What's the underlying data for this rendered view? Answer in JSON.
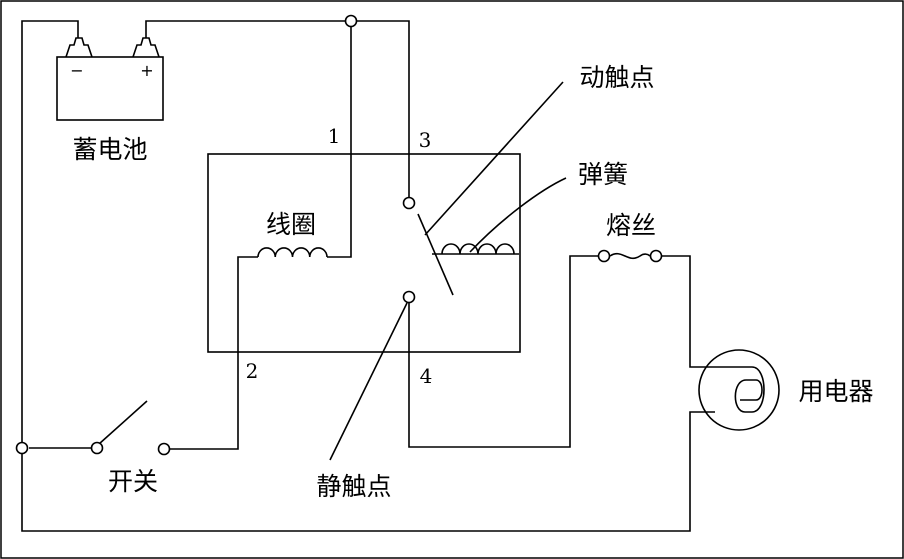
{
  "labels": {
    "battery": "蓄电池",
    "coil": "线圈",
    "moving_contact": "动触点",
    "spring": "弹簧",
    "fuse": "熔丝",
    "load": "用电器",
    "switch": "开关",
    "static_contact": "静触点"
  },
  "battery_signs": {
    "negative": "−",
    "positive": "+"
  },
  "terminals": {
    "t1": "1",
    "t2": "2",
    "t3": "3",
    "t4": "4"
  }
}
